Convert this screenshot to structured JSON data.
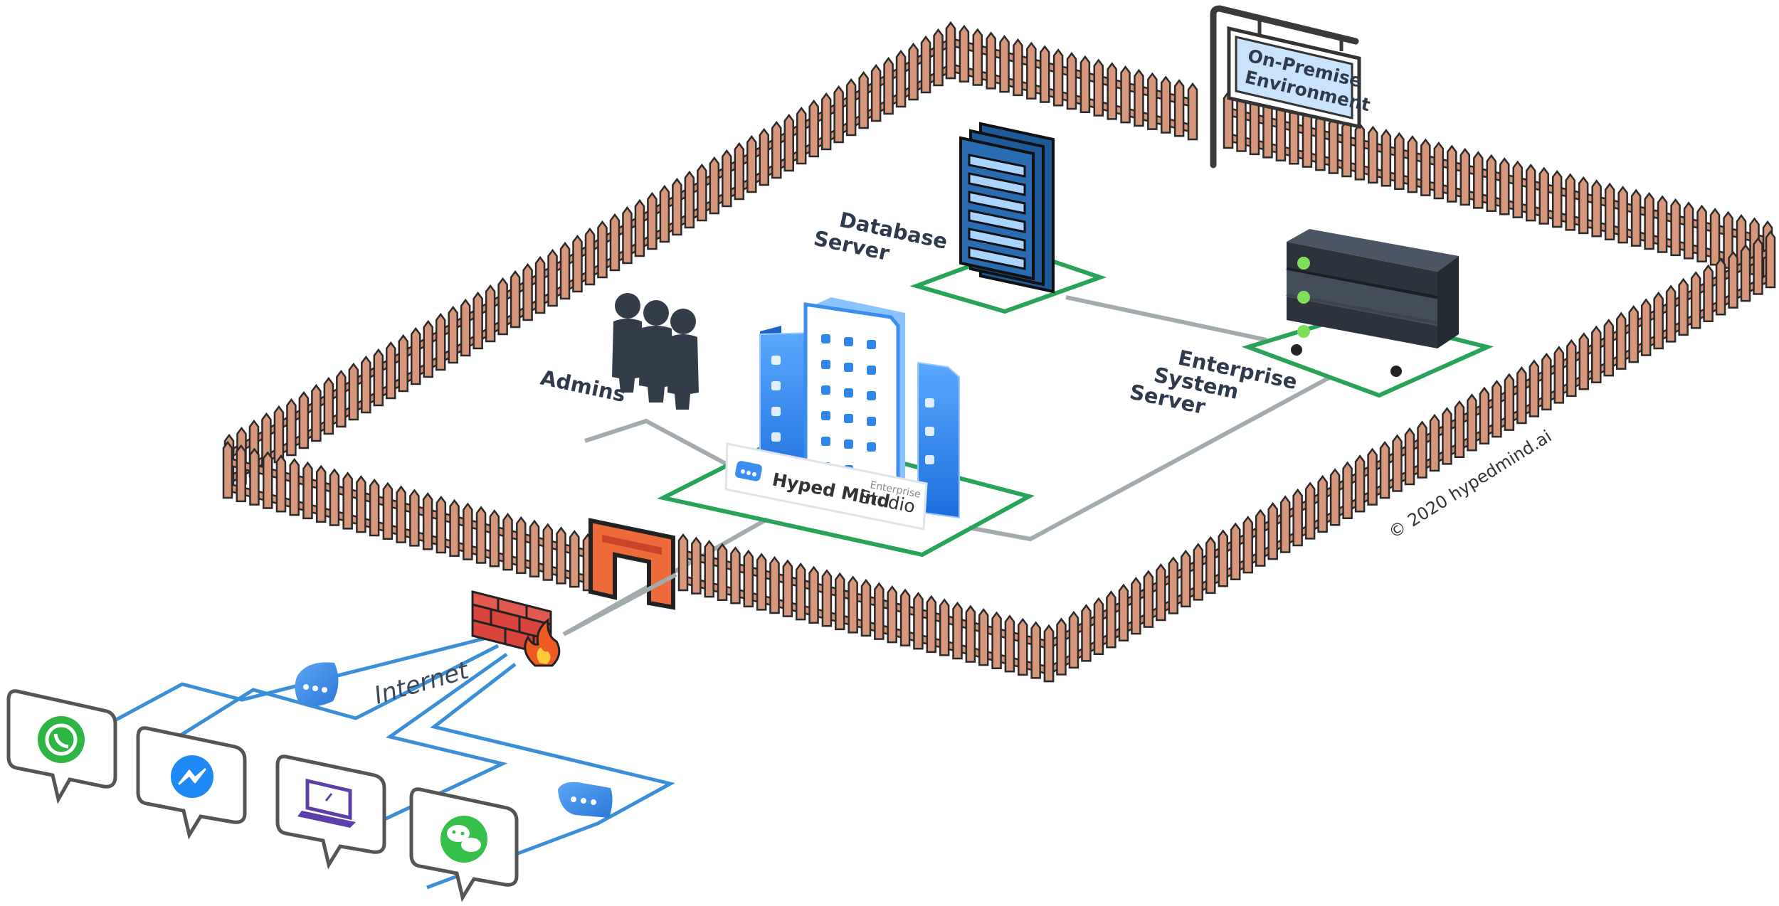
{
  "sign": {
    "line1": "On-Premise",
    "line2": "Environment"
  },
  "labels": {
    "database_line1": "Database",
    "database_line2": "Server",
    "admins": "Admins",
    "enterprise_line1": "Enterprise",
    "enterprise_line2": "System",
    "enterprise_line3": "Server",
    "internet": "Internet",
    "copyright": "© 2020 hypedmind.ai"
  },
  "studio_card": {
    "name": "Hyped Mind",
    "product": "Studio",
    "edition": "Enterprise"
  },
  "colors": {
    "fence": "#d7977b",
    "fence_outline": "#2a2a2a",
    "pad_outline": "#29a35a",
    "connector": "#a3abaf",
    "internet_lines": "#3a8fd6",
    "building_blue": "#2f86ea",
    "gateway": "#ee6a3b",
    "firewall_brick": "#d9443d",
    "whatsapp": "#2fb544",
    "messenger": "#1e88f5",
    "wechat": "#35c14a",
    "server_dark": "#3a4350",
    "db_blue": "#1e5a99"
  },
  "channels": [
    {
      "name": "whatsapp",
      "icon": "whatsapp-icon"
    },
    {
      "name": "messenger",
      "icon": "messenger-icon"
    },
    {
      "name": "web-chat",
      "icon": "laptop-icon"
    },
    {
      "name": "wechat",
      "icon": "wechat-icon"
    }
  ]
}
